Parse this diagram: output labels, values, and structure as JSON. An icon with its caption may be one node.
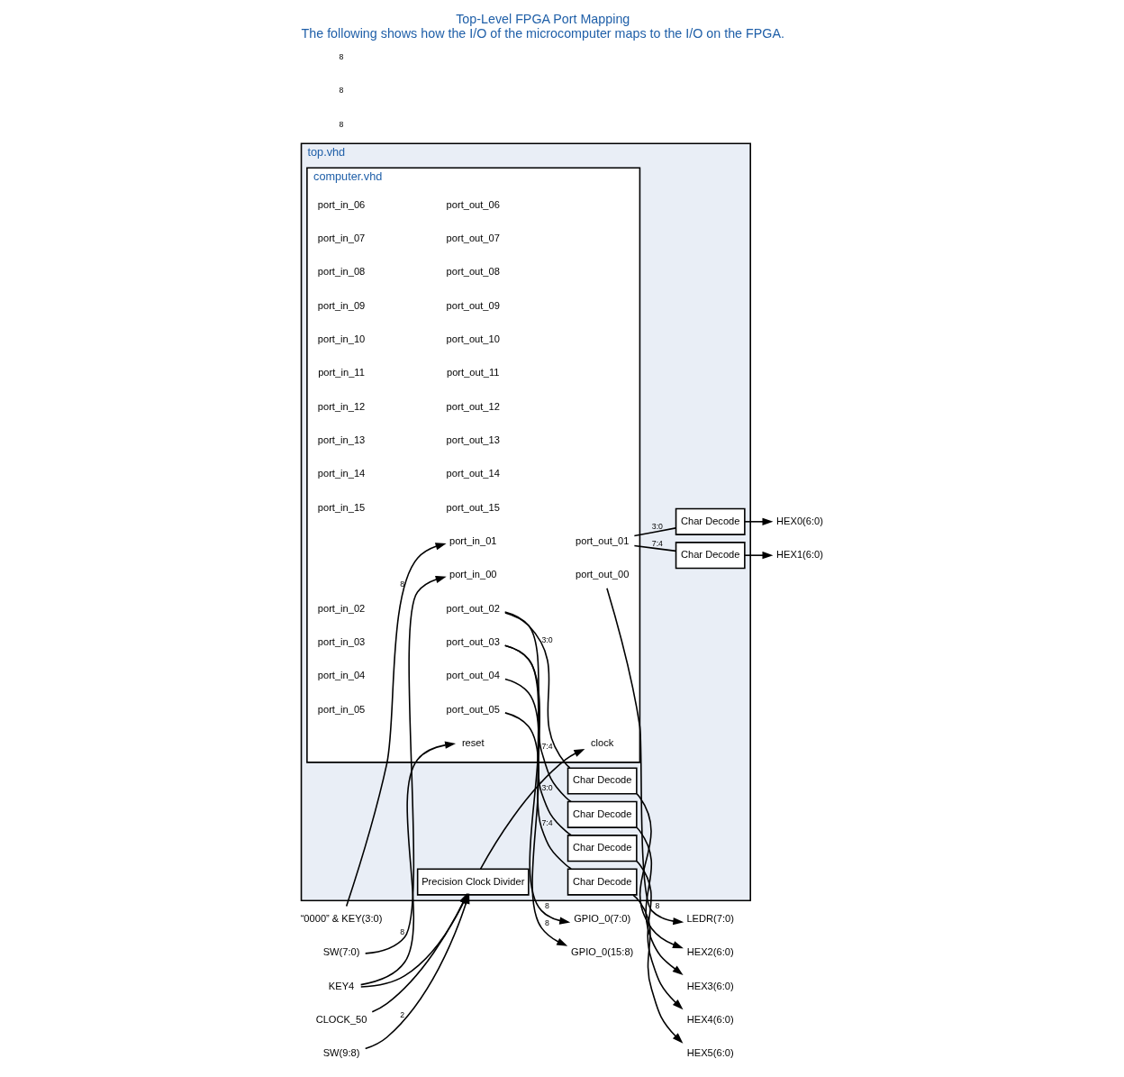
{
  "diagram": {
    "title": "Top-Level FPGA Port Mapping",
    "caption": "The following shows how the I/O of the microcomputer maps to the I/O on the FPGA.",
    "nodes": [
      {
        "text": [
          "top.vhd"
        ]
      },
      {
        "text": [
          "computer.vhd"
        ],
        "in": 0
      },
      {
        "text": [
          "port_in_00"
        ],
        "in": 1
      },
      {
        "text": [
          "port_in_01"
        ],
        "in": 1
      },
      {
        "text": [
          "port_in_02"
        ],
        "in": 1
      },
      {
        "text": [
          "port_in_03"
        ],
        "in": 1
      },
      {
        "text": [
          "port_in_04"
        ],
        "in": 1
      },
      {
        "text": [
          "port_in_05"
        ],
        "in": 1
      },
      {
        "text": [
          "port_in_06"
        ],
        "in": 1
      },
      {
        "text": [
          "port_in_07"
        ],
        "in": 1
      },
      {
        "text": [
          "port_in_08"
        ],
        "in": 1
      },
      {
        "text": [
          "port_in_09"
        ],
        "in": 1
      },
      {
        "text": [
          "port_in_10"
        ],
        "in": 1
      },
      {
        "text": [
          "port_in_11"
        ],
        "in": 1
      },
      {
        "text": [
          "port_in_12"
        ],
        "in": 1
      },
      {
        "text": [
          "port_in_13"
        ],
        "in": 1
      },
      {
        "text": [
          "port_in_14"
        ],
        "in": 1
      },
      {
        "text": [
          "port_in_15"
        ],
        "in": 1
      },
      {
        "text": [
          "port_out_00"
        ],
        "in": 1
      },
      {
        "text": [
          "port_out_01"
        ],
        "in": 1
      },
      {
        "text": [
          "port_out_02"
        ],
        "in": 1
      },
      {
        "text": [
          "port_out_03"
        ],
        "in": 1
      },
      {
        "text": [
          "port_out_04"
        ],
        "in": 1
      },
      {
        "text": [
          "port_out_05"
        ],
        "in": 1
      },
      {
        "text": [
          "port_out_06"
        ],
        "in": 1
      },
      {
        "text": [
          "port_out_07"
        ],
        "in": 1
      },
      {
        "text": [
          "port_out_08"
        ],
        "in": 1
      },
      {
        "text": [
          "port_out_09"
        ],
        "in": 1
      },
      {
        "text": [
          "port_out_10"
        ],
        "in": 1
      },
      {
        "text": [
          "port_out_11"
        ],
        "in": 1
      },
      {
        "text": [
          "port_out_12"
        ],
        "in": 1
      },
      {
        "text": [
          "port_out_13"
        ],
        "in": 1
      },
      {
        "text": [
          "port_out_14"
        ],
        "in": 1
      },
      {
        "text": [
          "port_out_15"
        ],
        "in": 1
      },
      {
        "text": [
          "clock"
        ],
        "in": 1
      },
      {
        "text": [
          "reset"
        ],
        "in": 1
      },
      {
        "text": [
          "Precision Clock Divider"
        ],
        "in": 0
      },
      {
        "text": [
          "Char Decode"
        ],
        "in": 0
      },
      {
        "text": [
          "Char Decode"
        ],
        "in": 0
      },
      {
        "text": [
          "Char Decode"
        ],
        "in": 0
      },
      {
        "text": [
          "Char Decode"
        ],
        "in": 0
      },
      {
        "text": [
          "Char Decode"
        ],
        "in": 0
      },
      {
        "text": [
          "Char Decode"
        ],
        "in": 0
      },
      {
        "text": [
          "SW(7:0)"
        ]
      },
      {
        "text": [
          "“0000” & KEY(3:0)"
        ]
      },
      {
        "text": [
          "CLOCK_50"
        ]
      },
      {
        "text": [
          "SW(9:8)"
        ]
      },
      {
        "text": [
          "KEY4"
        ]
      },
      {
        "text": [
          "LEDR(7:0)"
        ]
      },
      {
        "text": [
          "HEX0(6:0)"
        ]
      },
      {
        "text": [
          "HEX1(6:0)"
        ]
      },
      {
        "text": [
          "HEX2(6:0)"
        ]
      },
      {
        "text": [
          "HEX3(6:0)"
        ]
      },
      {
        "text": [
          "HEX4(6:0)"
        ]
      },
      {
        "text": [
          "HEX5(6:0)"
        ]
      },
      {
        "text": [
          "GPIO_0(7:0)"
        ]
      },
      {
        "text": [
          "GPIO_0(15:8)"
        ]
      }
    ],
    "edges": [
      {
        "from": 43,
        "to": 2,
        "arrow": "to",
        "label": "8"
      },
      {
        "from": 44,
        "to": 3,
        "arrow": "to",
        "label": "8"
      },
      {
        "from": 45,
        "to": 36,
        "arrow": "to"
      },
      {
        "from": 46,
        "to": 36,
        "arrow": "to",
        "label": "2"
      },
      {
        "from": 47,
        "to": 35,
        "arrow": "to"
      },
      {
        "from": 47,
        "to": 36,
        "arrow": "to"
      },
      {
        "from": 36,
        "to": 34,
        "arrow": "to"
      },
      {
        "from": 18,
        "to": 48,
        "arrow": "to",
        "label": "8"
      },
      {
        "from": 19,
        "to": 37,
        "arrow": "none",
        "label": "3:0"
      },
      {
        "from": 19,
        "to": 38,
        "arrow": "none",
        "label": "7:4"
      },
      {
        "from": 20,
        "to": 39,
        "arrow": "none",
        "label": "3:0"
      },
      {
        "from": 20,
        "to": 40,
        "arrow": "none",
        "label": "7:4"
      },
      {
        "from": 21,
        "to": 41,
        "arrow": "none",
        "label": "3:0"
      },
      {
        "from": 21,
        "to": 42,
        "arrow": "none",
        "label": "7:4"
      },
      {
        "from": 37,
        "to": 49,
        "arrow": "to"
      },
      {
        "from": 38,
        "to": 50,
        "arrow": "to"
      },
      {
        "from": 39,
        "to": 51,
        "arrow": "to"
      },
      {
        "from": 40,
        "to": 52,
        "arrow": "to"
      },
      {
        "from": 41,
        "to": 53,
        "arrow": "to"
      },
      {
        "from": 42,
        "to": 54,
        "arrow": "to"
      },
      {
        "from": 22,
        "to": 55,
        "arrow": "to",
        "label": "8"
      },
      {
        "from": 23,
        "to": 56,
        "arrow": "to",
        "label": "8"
      }
    ],
    "labels": [
      "8",
      "8",
      "8"
    ]
  }
}
